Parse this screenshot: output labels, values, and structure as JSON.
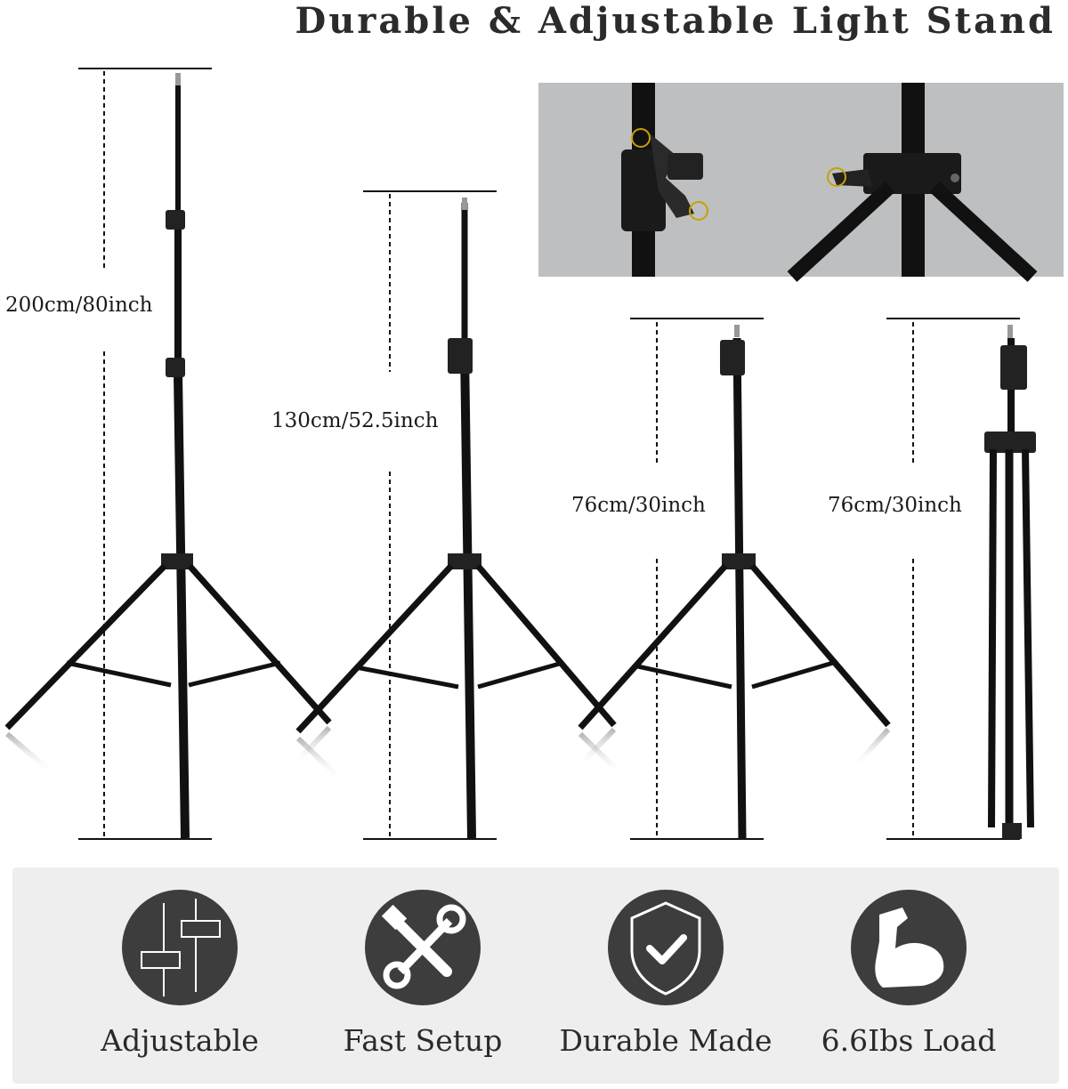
{
  "title": "Durable & Adjustable Light Stand",
  "stands": [
    {
      "measurement": "200cm/80inch"
    },
    {
      "measurement": "130cm/52.5inch"
    },
    {
      "measurement": "76cm/30inch"
    },
    {
      "measurement": "76cm/30inch"
    }
  ],
  "features": [
    {
      "label": "Adjustable",
      "icon": "sliders-icon"
    },
    {
      "label": "Fast Setup",
      "icon": "tools-icon"
    },
    {
      "label": "Durable Made",
      "icon": "shield-check-icon"
    },
    {
      "label": "6.6Ibs Load",
      "icon": "flexed-arm-icon"
    }
  ]
}
